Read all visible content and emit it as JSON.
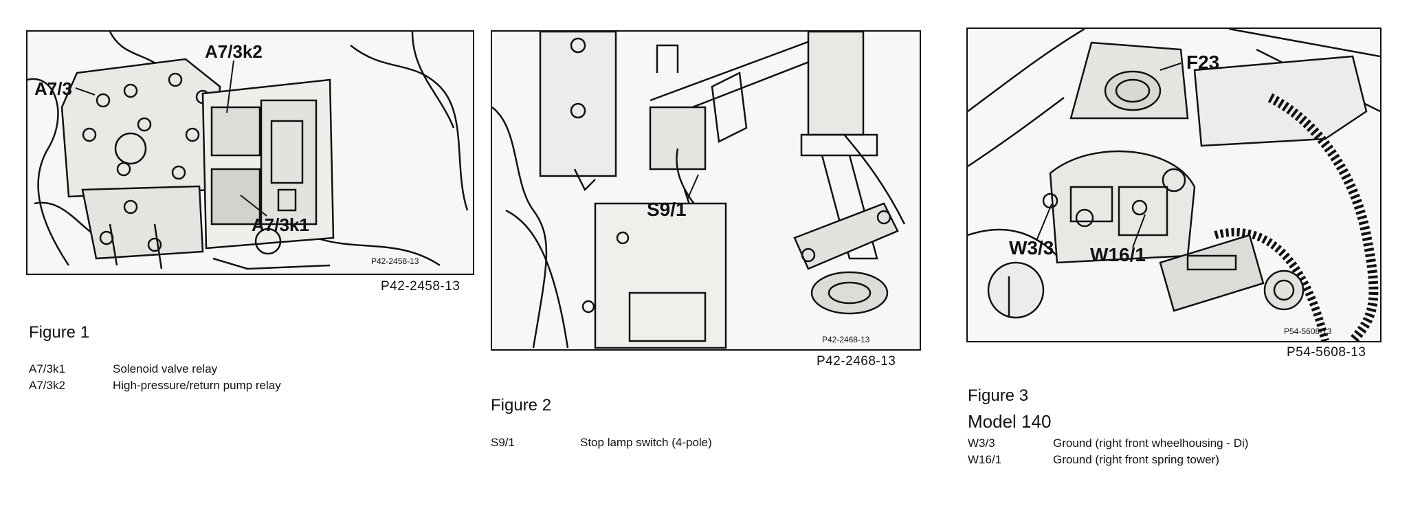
{
  "figures": [
    {
      "caption": "Figure 1",
      "image_code": "P42-2458-13",
      "inner_stamp": "P42-2458-13",
      "callouts": [
        "A7/3",
        "A7/3k2",
        "A7/3k1"
      ],
      "legend": [
        {
          "code": "A7/3k1",
          "description": "Solenoid valve relay"
        },
        {
          "code": "A7/3k2",
          "description": "High-pressure/return pump relay"
        }
      ]
    },
    {
      "caption": "Figure 2",
      "image_code": "P42-2468-13",
      "inner_stamp": "P42-2468-13",
      "callouts": [
        "S9/1"
      ],
      "legend": [
        {
          "code": "S9/1",
          "description": "Stop lamp switch (4-pole)"
        }
      ]
    },
    {
      "caption": "Figure 3",
      "model": "Model 140",
      "image_code": "P54-5608-13",
      "inner_stamp": "P54-5608-13",
      "callouts": [
        "F23",
        "W3/3",
        "W16/1"
      ],
      "legend": [
        {
          "code": "W3/3",
          "description": "Ground (right front wheelhousing - Di)"
        },
        {
          "code": "W16/1",
          "description": "Ground (right front spring tower)"
        }
      ]
    }
  ]
}
